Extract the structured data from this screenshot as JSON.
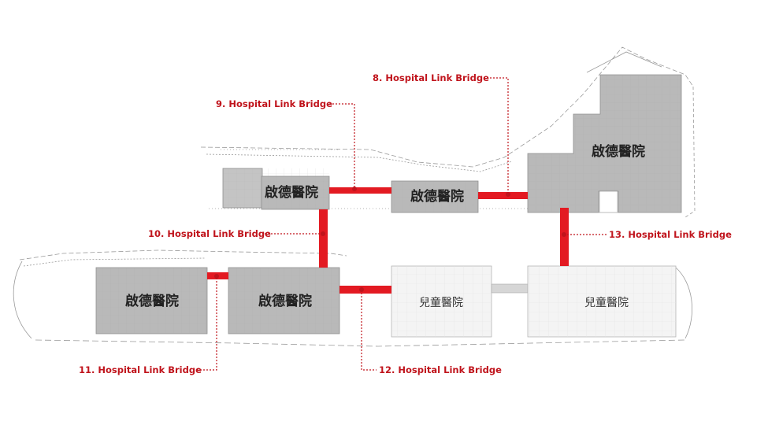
{
  "colors": {
    "bridge": "#e31a22",
    "callout_text": "#c0141c",
    "building_dark": "#b9b9b9",
    "building_dark_stroke": "#8e8e8e",
    "building_light": "#f4f4f4",
    "building_light_stroke": "#b5b5b5",
    "site_line": "#9a9a9a"
  },
  "buildings": [
    {
      "id": "kd-top-left",
      "label": "啟德醫院",
      "style": "dark"
    },
    {
      "id": "kd-top-mid",
      "label": "啟德醫院",
      "style": "dark"
    },
    {
      "id": "kd-top-right",
      "label": "啟德醫院",
      "style": "dark"
    },
    {
      "id": "kd-bottom-left",
      "label": "啟德醫院",
      "style": "dark"
    },
    {
      "id": "kd-bottom-mid",
      "label": "啟德醫院",
      "style": "dark"
    },
    {
      "id": "child-1",
      "label": "兒童醫院",
      "style": "light"
    },
    {
      "id": "child-2",
      "label": "兒童醫院",
      "style": "light"
    }
  ],
  "bridges": [
    {
      "number": 8,
      "label": "8. Hospital Link Bridge"
    },
    {
      "number": 9,
      "label": "9. Hospital Link Bridge"
    },
    {
      "number": 10,
      "label": "10. Hospital Link Bridge"
    },
    {
      "number": 11,
      "label": "11. Hospital Link Bridge"
    },
    {
      "number": 12,
      "label": "12. Hospital Link Bridge"
    },
    {
      "number": 13,
      "label": "13. Hospital Link Bridge"
    }
  ]
}
